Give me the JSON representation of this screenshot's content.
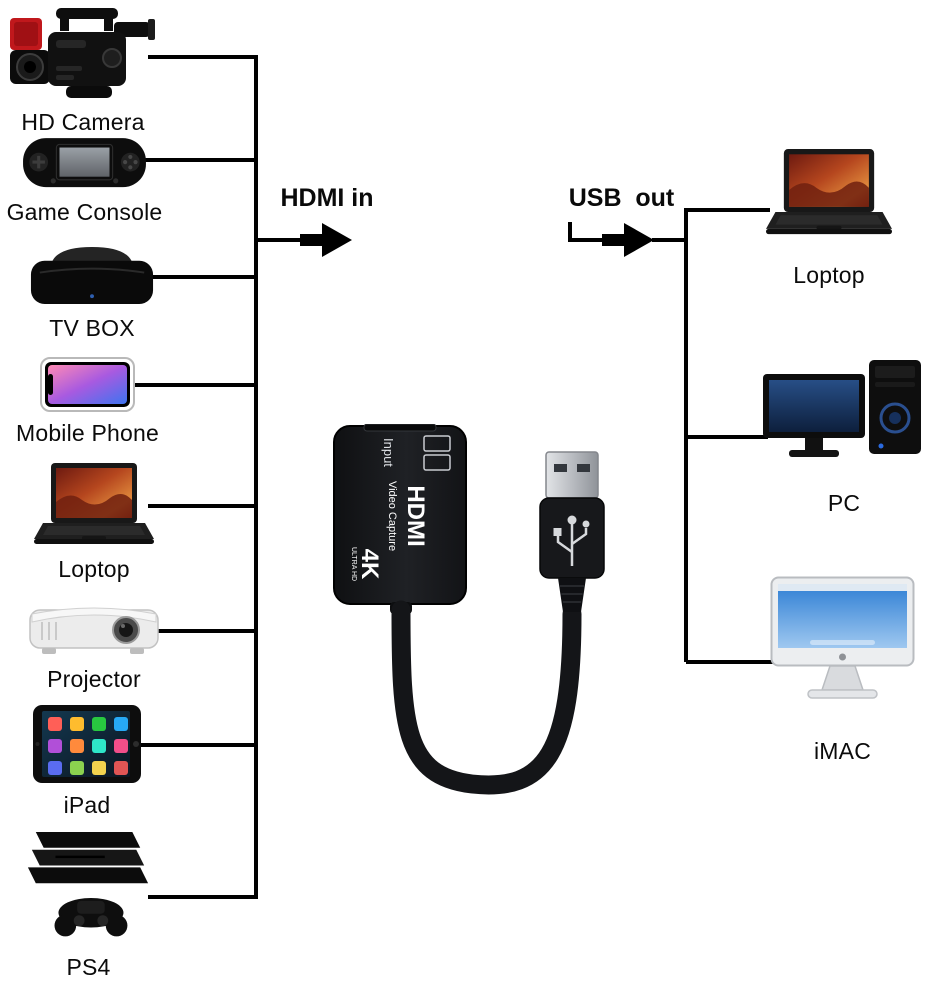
{
  "diagram": {
    "flow_labels": {
      "hdmi_in": "HDMI in",
      "usb_out": "USB  out"
    },
    "inputs": [
      {
        "label": "HD Camera",
        "icon": "hd-camera-icon"
      },
      {
        "label": "Game Console",
        "icon": "game-console-icon"
      },
      {
        "label": "TV BOX",
        "icon": "tv-box-icon"
      },
      {
        "label": "Mobile Phone",
        "icon": "mobile-phone-icon"
      },
      {
        "label": "Loptop",
        "icon": "laptop-icon"
      },
      {
        "label": "Projector",
        "icon": "projector-icon"
      },
      {
        "label": "iPad",
        "icon": "tablet-icon"
      },
      {
        "label": "PS4",
        "icon": "game-console-ps4-icon"
      }
    ],
    "outputs": [
      {
        "label": "Loptop",
        "icon": "laptop-icon"
      },
      {
        "label": "PC",
        "icon": "desktop-pc-icon"
      },
      {
        "label": "iMAC",
        "icon": "imac-icon"
      }
    ],
    "capture_device": {
      "port_label": "Input",
      "brand": "HDMI",
      "product": "Video Capture",
      "badge_resolution": "4K",
      "badge_sub": "ULTRA HD"
    },
    "colors": {
      "wire": "#000000",
      "background": "#ffffff",
      "device_body": "#17181b"
    }
  }
}
